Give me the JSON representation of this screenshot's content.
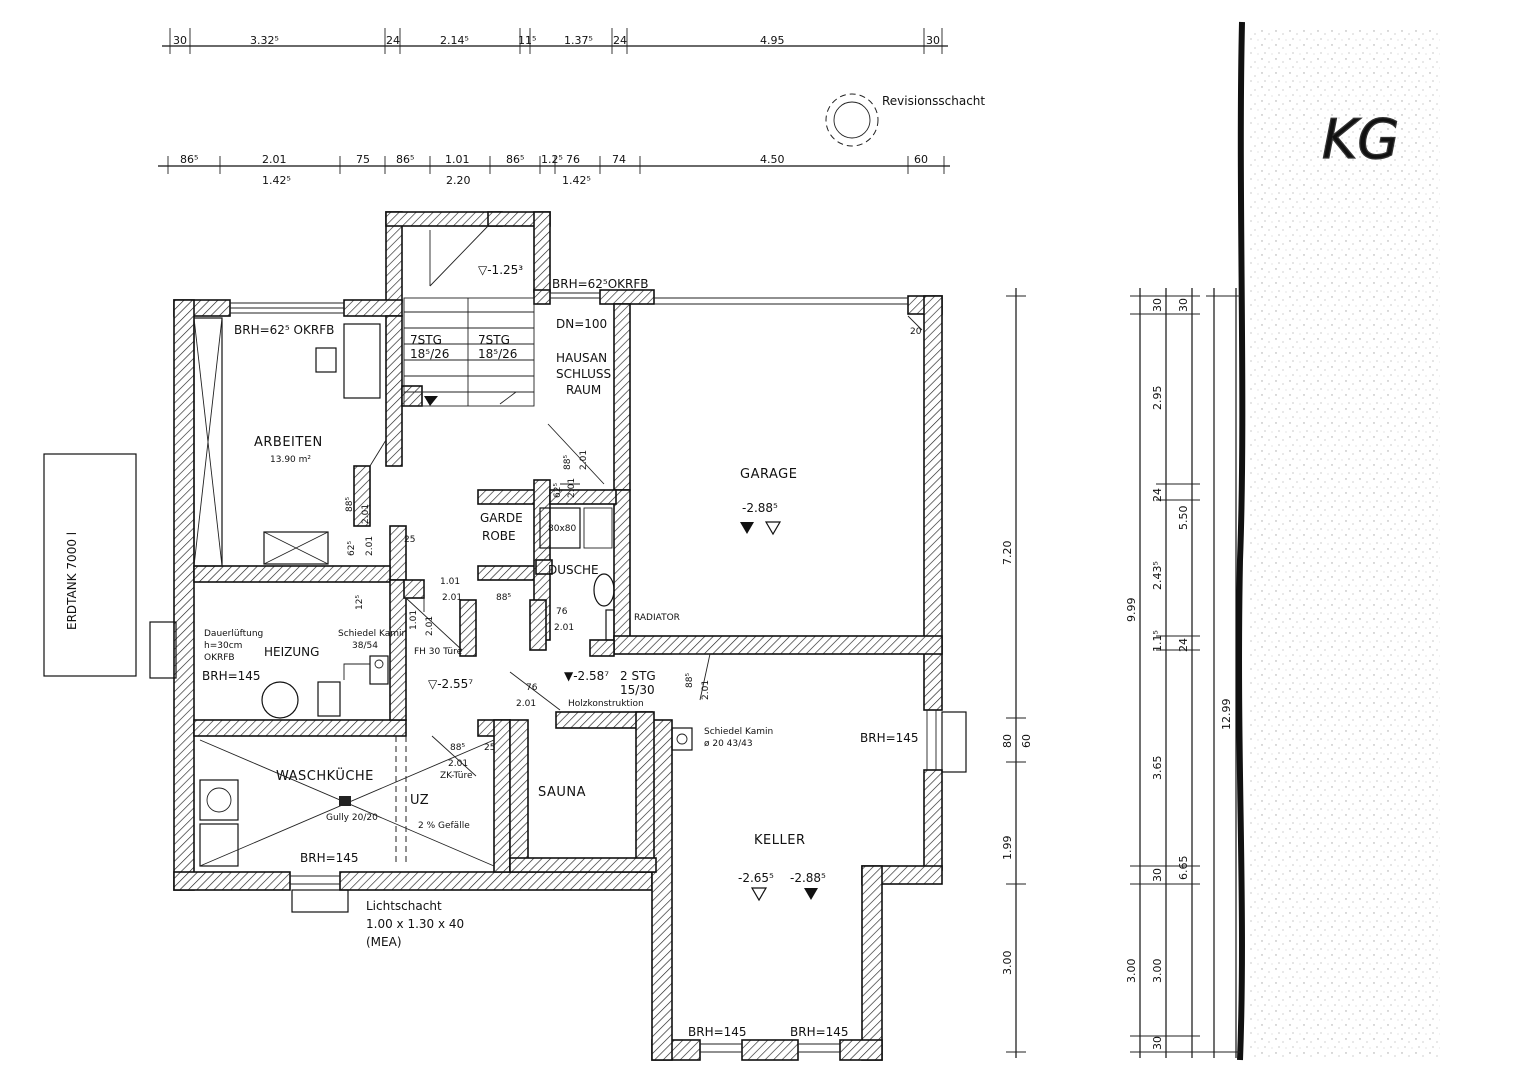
{
  "drawing": {
    "sheet_mark": "KG",
    "revision_shaft": "Revisionsschacht",
    "oil_tank": "ERDTANK 7000 l",
    "light_shaft": {
      "line1": "Lichtschacht",
      "line2": "1.00 x 1.30 x 40",
      "line3": "(MEA)"
    }
  },
  "dims_top_1": [
    "30",
    "3.32⁵",
    "24",
    "2.14⁵",
    "11⁵",
    "1.37⁵",
    "24",
    "4.95",
    "30"
  ],
  "dims_top_2": [
    "86⁵",
    "2.01",
    "75",
    "86⁵",
    "1.01",
    "86⁵",
    "1.2⁵",
    "76",
    "74",
    "4.50",
    "60"
  ],
  "dims_top_2b": [
    "1.42⁵",
    "2.20",
    "1.42⁵"
  ],
  "dims_right_1": [
    "7.20",
    "80",
    "60",
    "1.99",
    "3.00"
  ],
  "dims_right_2": [
    "9.99",
    "3.00"
  ],
  "dims_right_3": [
    "30",
    "2.95",
    "24",
    "2.43⁵",
    "1.1⁵",
    "3.65",
    "30",
    "3.00",
    "30"
  ],
  "dims_right_4": [
    "30",
    "5.50",
    "24",
    "6.65"
  ],
  "dims_right_5": [
    "12.99"
  ],
  "rooms": {
    "arbeiten": {
      "name": "ARBEITEN",
      "area": "13.90 m²",
      "sill": "BRH=62⁵ OKRFB"
    },
    "heizung": {
      "name": "HEIZUNG",
      "vent": "Dauerlüftung",
      "vent2": "h=30cm",
      "vent3": "OKRFB",
      "sill": "BRH=145",
      "chimney": "Schiedel Kamin",
      "chimney2": "38/54",
      "door": "FH 30 Türe"
    },
    "waschkueche": {
      "name": "WASCHKÜCHE",
      "gully": "Gully 20/20",
      "sill": "BRH=145"
    },
    "uz": {
      "name": "UZ",
      "slope": "2 % Gefälle"
    },
    "sauna": {
      "name": "SAUNA"
    },
    "garderobe": {
      "line1": "GARDE",
      "line2": "ROBE"
    },
    "dusche": {
      "name": "DUSCHE",
      "tray": "80x80",
      "radiator": "RADIATOR"
    },
    "hausanschluss": {
      "line1": "HAUSAN",
      "line2": "SCHLUSS",
      "line3": "RAUM",
      "pipe": "DN=100",
      "sill": "BRH=62⁵OKRFB"
    },
    "garage": {
      "name": "GARAGE",
      "level": "-2.88⁵"
    },
    "keller": {
      "name": "KELLER",
      "level1": "-2.65⁵",
      "level2": "-2.88⁵",
      "sill": "BRH=145",
      "sill_bottom_1": "BRH=145",
      "sill_bottom_2": "BRH=145",
      "chimney": "Schiedel Kamin",
      "chimney2": "ø 20 43/43"
    }
  },
  "stairs": {
    "left": {
      "steps": "7STG",
      "rise": "18⁵/26"
    },
    "right": {
      "steps": "7STG",
      "rise": "18⁵/26"
    },
    "lower": {
      "steps": "2 STG",
      "rise": "15/30",
      "material": "Holzkonstruktion"
    }
  },
  "levels": {
    "top_landing": "▽-1.25³",
    "hall": "▽-2.55⁷",
    "stair_base": "▼-2.58⁷"
  },
  "door_marks": {
    "d_arbeiten": [
      "88⁵",
      "2.01"
    ],
    "d_arbeiten2": [
      "62⁵",
      "2.01"
    ],
    "d_heizung": [
      "1.01",
      "2.01"
    ],
    "d_heizung_v": [
      "1.01",
      "2.01"
    ],
    "d_12": "12⁵",
    "d_25": "25",
    "d_garde": [
      "88⁵"
    ],
    "d_dusche": [
      "76",
      "2.01"
    ],
    "d_hausan": [
      "88⁵",
      "2.01"
    ],
    "d_dusche_top": [
      "62⁵",
      "2.01"
    ],
    "d_sauna": [
      "76",
      "2.01"
    ],
    "d_uz": [
      "88⁵",
      "2.01"
    ],
    "d_uz_type": "ZK-Türe",
    "d_uz_25": "25",
    "d_keller": [
      "88⁵",
      "2.01"
    ],
    "garage_20": "20"
  }
}
